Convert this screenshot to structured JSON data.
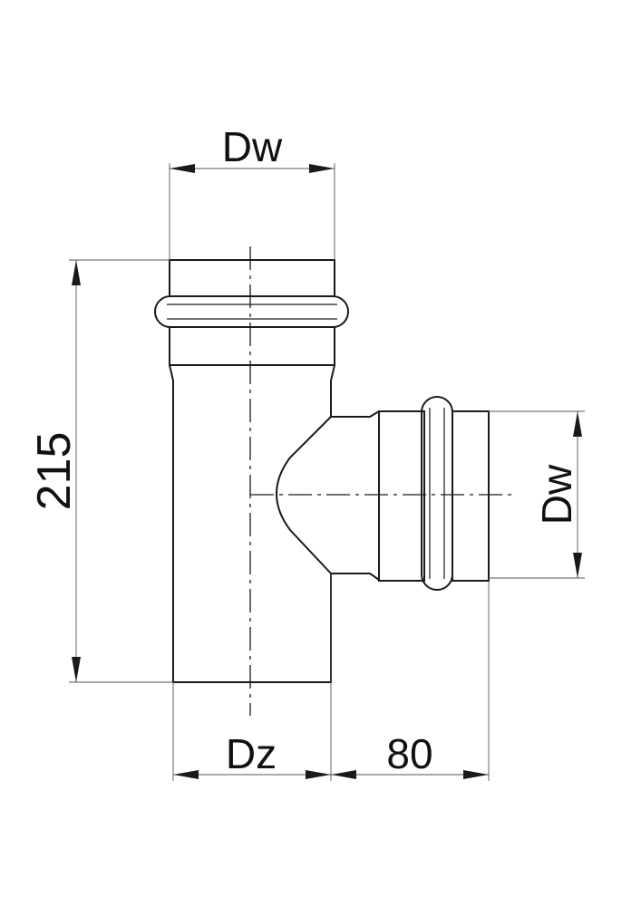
{
  "drawing": {
    "title": "",
    "part": "tee-fitting",
    "labels": {
      "top_width": "Dw",
      "branch_width": "Dw",
      "bottom_width": "Dz",
      "branch_length": "80",
      "height": "215"
    }
  }
}
